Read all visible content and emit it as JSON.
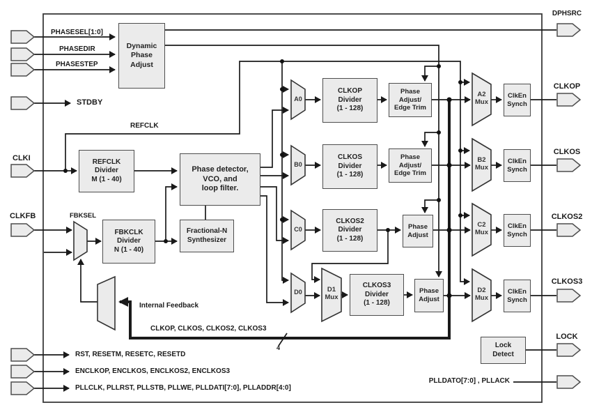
{
  "inputs": {
    "phasesel": "PHASESEL[1:0]",
    "phasedir": "PHASEDIR",
    "phasestep": "PHASESTEP",
    "stdby": "STDBY",
    "clki": "CLKI",
    "clkfb": "CLKFB",
    "rst_row": "RST, RESETM, RESETC, RESETD",
    "enclk_row": "ENCLKOP, ENCLKOS, ENCLKOS2, ENCLKOS3",
    "pll_row": "PLLCLK, PLLRST, PLLSTB, PLLWE, PLLDATI[7:0], PLLADDR[4:0]"
  },
  "outputs": {
    "dphsrc": "DPHSRC",
    "clkop": "CLKOP",
    "clkos": "CLKOS",
    "clkos2": "CLKOS2",
    "clkos3": "CLKOS3",
    "lock": "LOCK",
    "plldato_row": "PLLDATO[7:0] , PLLACK"
  },
  "blocks": {
    "dynamic_phase_adjust": "Dynamic\nPhase\nAdjust",
    "refclk_divider": "REFCLK\nDivider\nM (1 - 40)",
    "phase_detector": "Phase detector,\nVCO, and\nloop filter.",
    "fractional_n": "Fractional-N\nSynthesizer",
    "fbkclk_divider": "FBKCLK\nDivider\nN (1 - 40)",
    "clkop_divider": "CLKOP\nDivider\n(1 - 128)",
    "clkos_divider": "CLKOS\nDivider\n(1 - 128)",
    "clkos2_divider": "CLKOS2\nDivider\n(1 - 128)",
    "clkos3_divider": "CLKOS3\nDivider\n(1 - 128)",
    "phase_adjust_edge_trim_a": "Phase\nAdjust/\nEdge Trim",
    "phase_adjust_edge_trim_b": "Phase\nAdjust/\nEdge Trim",
    "phase_adjust_c": "Phase\nAdjust",
    "phase_adjust_d": "Phase\nAdjust",
    "clken_synch_a": "ClkEn\nSynch",
    "clken_synch_b": "ClkEn\nSynch",
    "clken_synch_c": "ClkEn\nSynch",
    "clken_synch_d": "ClkEn\nSynch",
    "lock_detect": "Lock\nDetect"
  },
  "muxes": {
    "a0": "A0",
    "b0": "B0",
    "c0": "C0",
    "d0": "D0",
    "d1": "D1\nMux",
    "a2": "A2\nMux",
    "b2": "B2\nMux",
    "c2": "C2\nMux",
    "d2": "D2\nMux"
  },
  "wire_labels": {
    "refclk": "REFCLK",
    "fbksel": "FBKSEL",
    "internal_feedback": "Internal Feedback",
    "feedback_bus": "CLKOP, CLKOS, CLKOS2, CLKOS3",
    "bus_width": "4"
  },
  "colors": {
    "block_fill": "#ebebeb",
    "block_border": "#4d4d4d",
    "wire": "#1a1a1a",
    "background": "#ffffff"
  }
}
